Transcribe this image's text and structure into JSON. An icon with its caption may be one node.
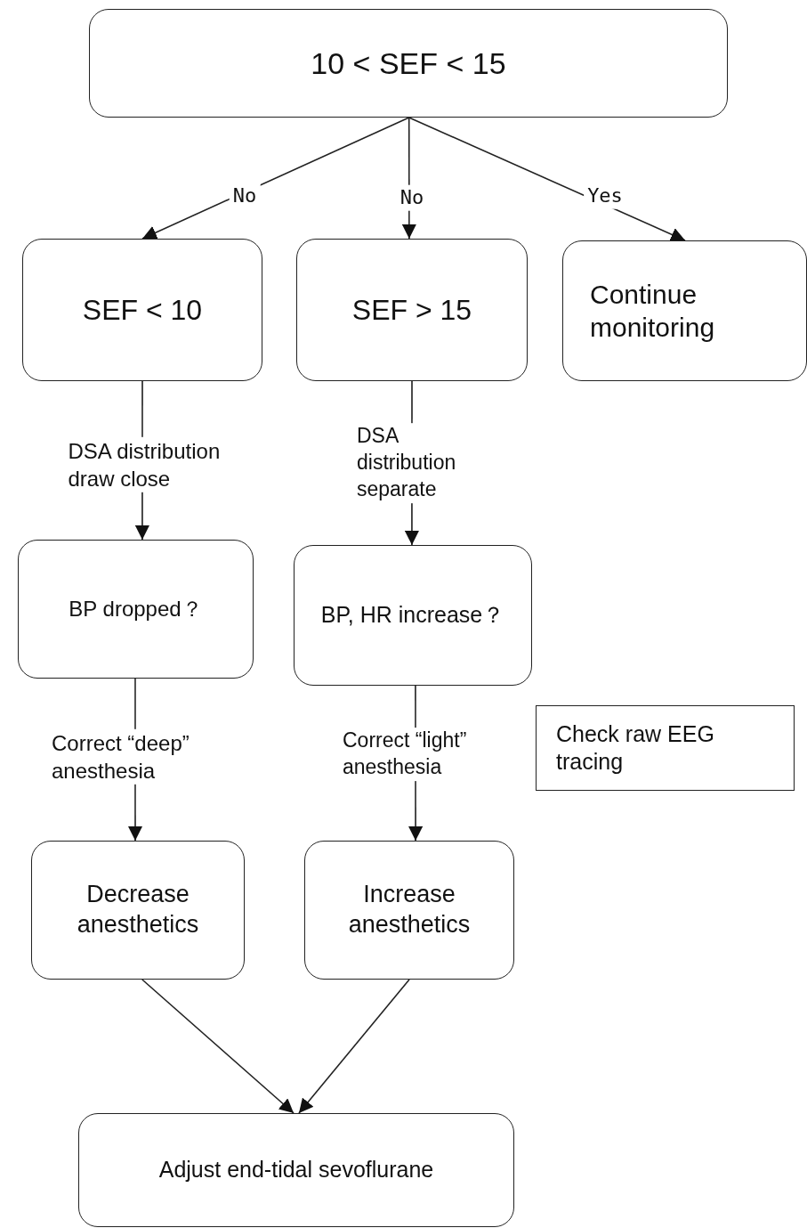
{
  "diagram": {
    "nodes": [
      {
        "text": [
          "10 < SEF < 15"
        ]
      },
      {
        "text": [
          "SEF < 10"
        ]
      },
      {
        "text": [
          "SEF > 15"
        ]
      },
      {
        "text": [
          "Continue monitoring"
        ]
      },
      {
        "text": [
          "BP dropped？"
        ]
      },
      {
        "text": [
          "BP, HR increase？"
        ]
      },
      {
        "text": [
          "Check raw EEG tracing"
        ]
      },
      {
        "text": [
          "Decrease anesthetics"
        ]
      },
      {
        "text": [
          "Increase anesthetics"
        ]
      },
      {
        "text": [
          "Adjust end-tidal sevoflurane"
        ]
      }
    ],
    "edges": [
      {
        "from": 0,
        "to": 1,
        "arrow": "to",
        "label": "No"
      },
      {
        "from": 0,
        "to": 2,
        "arrow": "to",
        "label": "No"
      },
      {
        "from": 0,
        "to": 3,
        "arrow": "to",
        "label": "Yes"
      },
      {
        "from": 1,
        "to": 4,
        "arrow": "to",
        "label": "DSA distribution draw close"
      },
      {
        "from": 2,
        "to": 5,
        "arrow": "to",
        "label": "DSA distribution separate"
      },
      {
        "from": 4,
        "to": 7,
        "arrow": "to",
        "label": "Correct “deep” anesthesia"
      },
      {
        "from": 5,
        "to": 8,
        "arrow": "to",
        "label": "Correct “light” anesthesia"
      },
      {
        "from": 7,
        "to": 9,
        "arrow": "to"
      },
      {
        "from": 8,
        "to": 9,
        "arrow": "to"
      }
    ]
  }
}
